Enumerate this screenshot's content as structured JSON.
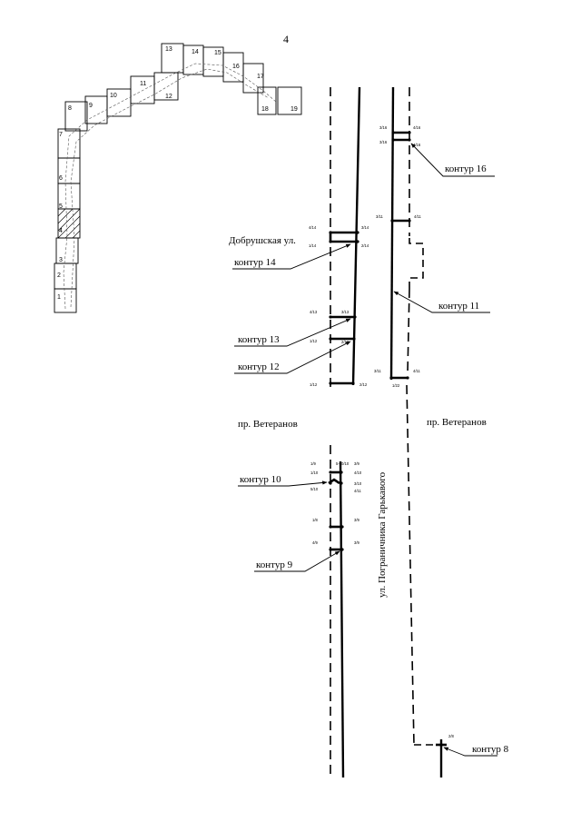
{
  "page_number": "4",
  "key_map": {
    "cells": [
      {
        "label": "1"
      },
      {
        "label": "2"
      },
      {
        "label": "3"
      },
      {
        "label": "4"
      },
      {
        "label": "5"
      },
      {
        "label": "6"
      },
      {
        "label": "7"
      },
      {
        "label": "8"
      },
      {
        "label": "9"
      },
      {
        "label": "10"
      },
      {
        "label": "11"
      },
      {
        "label": "12"
      },
      {
        "label": "13"
      },
      {
        "label": "14"
      },
      {
        "label": "15"
      },
      {
        "label": "16"
      },
      {
        "label": "17"
      },
      {
        "label": "18"
      },
      {
        "label": "19"
      }
    ]
  },
  "streets": {
    "dobrushskaya": "Добрушская ул.",
    "veteranov_left": "пр. Ветеранов",
    "veteranov_right": "пр. Ветеранов",
    "garkavogo": "ул. Пограничника Гарькавого"
  },
  "contours": {
    "c16": "контур 16",
    "c14": "контур 14",
    "c11": "контур 11",
    "c13": "контур 13",
    "c12": "контур 12",
    "c10": "контур 10",
    "c9": "контур 9",
    "c8": "контур 8"
  },
  "node_labels": {
    "n16a": "3/16",
    "n16b": "4/16",
    "n16c": "3/16",
    "n16d": "4/16",
    "n11a": "3/11",
    "n11b": "4/11",
    "n11c": "3/11",
    "n11d": "4/11",
    "n11e": "1/22",
    "n14a": "4/14",
    "n14b": "3/14",
    "n14c": "1/14",
    "n14d": "2/14",
    "n13a": "4/13",
    "n13b": "3/13",
    "n12a": "1/12",
    "n12b": "2/12",
    "n12c": "1/12",
    "n12d": "2/12",
    "n10a": "1/9",
    "n10b": "5-10/10",
    "n10c": "3/9",
    "n10d": "1/10",
    "n10e": "4/10",
    "n10f": "3/10",
    "n10g": "5/10",
    "n10h": "4/11",
    "n9a": "1/8",
    "n9b": "3/9",
    "n9c": "4/9",
    "n9d": "3/9",
    "n8a": "2/8"
  }
}
